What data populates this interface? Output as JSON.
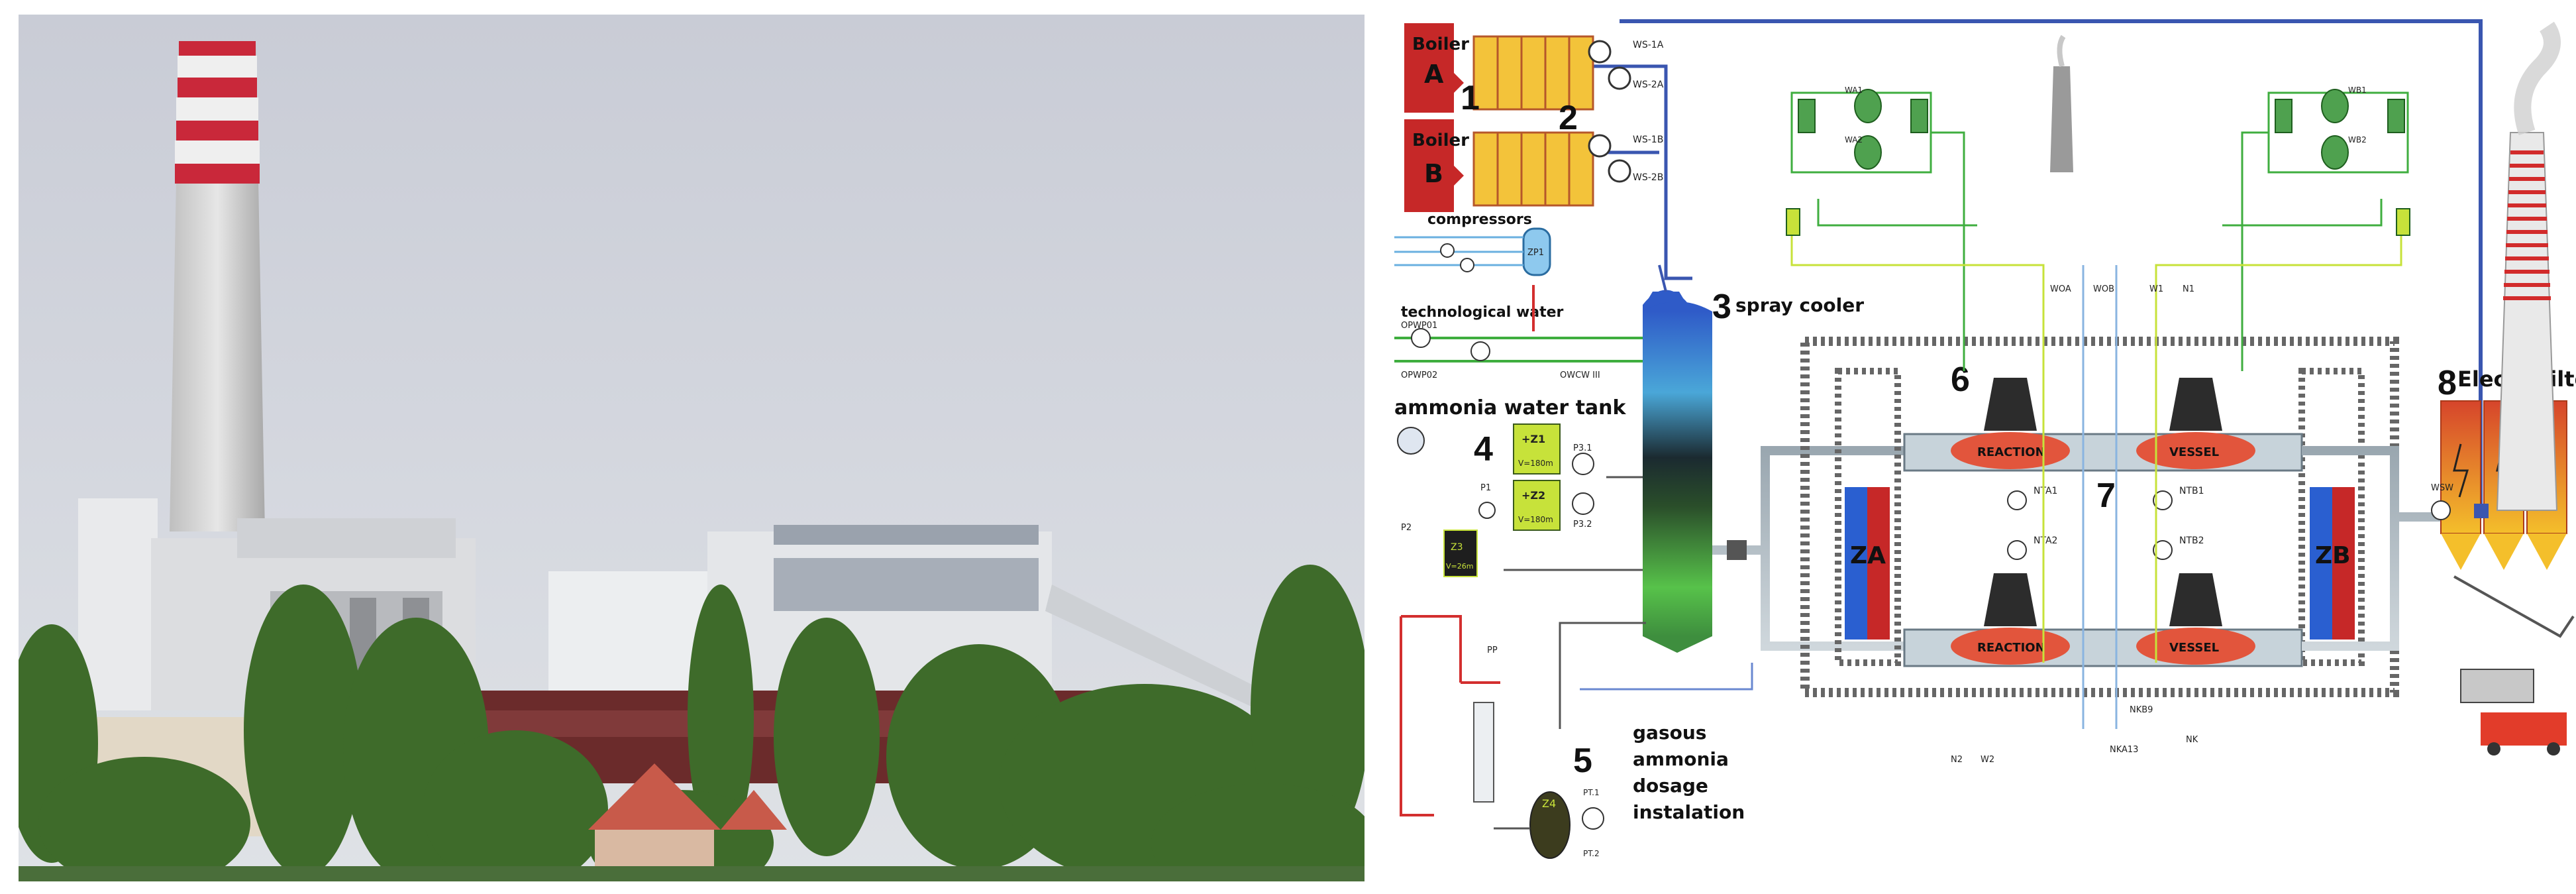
{
  "diagram": {
    "boilers": [
      {
        "title": "Boiler",
        "letter": "A"
      },
      {
        "title": "Boiler",
        "letter": "B"
      }
    ],
    "numbers": {
      "n1": "1",
      "n2": "2",
      "n3": "3",
      "n4": "4",
      "n5": "5",
      "n6": "6",
      "n7": "7",
      "n8": "8"
    },
    "labels": {
      "spray_cooler": "spray cooler",
      "compressors": "compressors",
      "technological_water": "technological water",
      "ammonia_water_tank": "ammonia water tank",
      "gasous": "gasous",
      "ammonia": "ammonia",
      "dosage": "dosage",
      "instalation": "instalation",
      "electrofilter": "Electrofilter",
      "za": "ZA",
      "zb": "ZB",
      "reaction": "REACTION",
      "vessel": "VESSEL"
    },
    "small_labels": {
      "ws1a": "WS-1A",
      "ws2a": "WS-2A",
      "ws1b": "WS-1B",
      "ws2b": "WS-2B",
      "zp1": "ZP1",
      "opwp01": "OPWP01",
      "opwp02": "OPWP02",
      "owcw": "OWCW III",
      "z1": "+Z1",
      "z2": "+Z2",
      "z3": "Z3",
      "z4": "Z4",
      "v1": "V=180m",
      "v2": "V=180m",
      "v3": "V=26m",
      "p1": "P1",
      "p2": "P2",
      "p31": "P3.1",
      "p32": "P3.2",
      "pp": "PP",
      "pt1": "PT.1",
      "pt2": "PT.2",
      "woa": "WOA",
      "wob": "WOB",
      "w1": "W1",
      "n1s": "N1",
      "nta1": "NTA1",
      "nta2": "NTA2",
      "ntb1": "NTB1",
      "ntb2": "NTB2",
      "n2": "N2",
      "w2": "W2",
      "nkb9": "NKB9",
      "nka13": "NKA13",
      "nk": "NK",
      "wsw": "WSW",
      "wa1": "WA1",
      "wa2": "WA2",
      "wb1": "WB1",
      "wb2": "WB2"
    },
    "colors": {
      "boiler_red": "#c62828",
      "duct_blue": "#3a56b0",
      "water_green": "#3fae3f",
      "ammonia_yellow": "#c7e23a",
      "reactor_red": "#e2553c",
      "za_blue": "#2a5fd0",
      "electrofilter_orange": "#e8741f",
      "chimney_red": "#d22b2b"
    }
  }
}
